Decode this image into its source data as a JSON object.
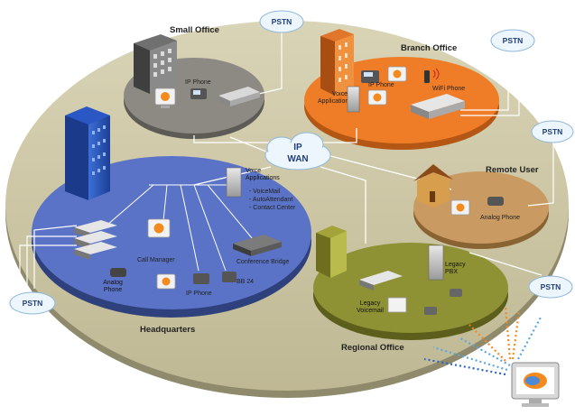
{
  "sites": {
    "small_office": {
      "title": "Small Office",
      "ip_phone": "IP Phone"
    },
    "branch_office": {
      "title": "Branch Office",
      "voice_applications": "Voice Applications",
      "ip_phone": "IP Phone",
      "wifi_phone": "WiFi Phone"
    },
    "remote_user": {
      "title": "Remote User",
      "analog_phone": "Analog Phone"
    },
    "headquarters": {
      "title": "Headquarters",
      "voice_applications": "Voice Applications",
      "features": [
        "- VoiceMail",
        "- AutoAttendant",
        "- Contact Center"
      ],
      "call_manager": "Call Manager",
      "conference_bridge": "Conference Bridge",
      "analog_phone": "Analog Phone",
      "ip_phone": "IP Phone",
      "bb24": "BB 24"
    },
    "regional_office": {
      "title": "Regional Office",
      "legacy_pbx": "Legacy PBX",
      "legacy_voicemail": "Legacy Voicemail"
    }
  },
  "network": {
    "ip_wan_line1": "IP",
    "ip_wan_line2": "WAN",
    "pstn": "PSTN"
  },
  "colors": {
    "base_disc": "#cdc7a4",
    "small_office": "#8c8a83",
    "branch_office": "#ef7d27",
    "remote_user": "#c99a62",
    "headquarters": "#5a73c6",
    "regional_office": "#8f9234",
    "cloud": "#eef6fd"
  }
}
